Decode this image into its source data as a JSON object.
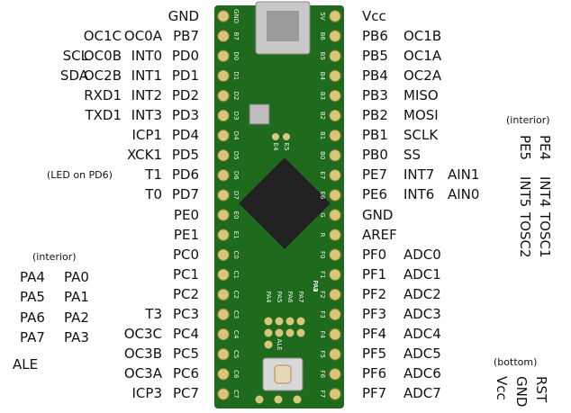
{
  "left_labels": [
    {
      "row": 0,
      "cols": [
        "",
        "",
        "GND"
      ]
    },
    {
      "row": 1,
      "cols": [
        "OC1C",
        "OC0A",
        "PB7"
      ]
    },
    {
      "row": 2,
      "cols": [
        "SCL",
        "OC0B",
        "INT0",
        "PD0"
      ]
    },
    {
      "row": 3,
      "cols": [
        "SDA",
        "OC2B",
        "INT1",
        "PD1"
      ]
    },
    {
      "row": 4,
      "cols": [
        "RXD1",
        "INT2",
        "PD2"
      ]
    },
    {
      "row": 5,
      "cols": [
        "TXD1",
        "INT3",
        "PD3"
      ]
    },
    {
      "row": 6,
      "cols": [
        "ICP1",
        "PD4"
      ]
    },
    {
      "row": 7,
      "cols": [
        "XCK1",
        "PD5"
      ]
    },
    {
      "row": 8,
      "cols": [
        "T1",
        "PD6"
      ]
    },
    {
      "row": 9,
      "cols": [
        "T0",
        "PD7"
      ]
    },
    {
      "row": 10,
      "cols": [
        "PE0"
      ]
    },
    {
      "row": 11,
      "cols": [
        "PE1"
      ]
    },
    {
      "row": 12,
      "cols": [
        "PC0"
      ]
    },
    {
      "row": 13,
      "cols": [
        "PC1"
      ]
    },
    {
      "row": 14,
      "cols": [
        "PC2"
      ]
    },
    {
      "row": 15,
      "cols": [
        "T3",
        "PC3"
      ]
    },
    {
      "row": 16,
      "cols": [
        "OC3C",
        "PC4"
      ]
    },
    {
      "row": 17,
      "cols": [
        "OC3B",
        "PC5"
      ]
    },
    {
      "row": 18,
      "cols": [
        "OC3A",
        "PC6"
      ]
    },
    {
      "row": 19,
      "cols": [
        "ICP3",
        "PC7"
      ]
    }
  ],
  "right_labels": [
    {
      "row": 0,
      "cols": [
        "Vcc"
      ]
    },
    {
      "row": 1,
      "cols": [
        "PB6",
        "OC1B"
      ]
    },
    {
      "row": 2,
      "cols": [
        "PB5",
        "OC1A"
      ]
    },
    {
      "row": 3,
      "cols": [
        "PB4",
        "OC2A"
      ]
    },
    {
      "row": 4,
      "cols": [
        "PB3",
        "MISO"
      ]
    },
    {
      "row": 5,
      "cols": [
        "PB2",
        "MOSI"
      ]
    },
    {
      "row": 6,
      "cols": [
        "PB1",
        "SCLK"
      ]
    },
    {
      "row": 7,
      "cols": [
        "PB0",
        "SS"
      ]
    },
    {
      "row": 8,
      "cols": [
        "PE7",
        "INT7",
        "AIN1"
      ]
    },
    {
      "row": 9,
      "cols": [
        "PE6",
        "INT6",
        "AIN0"
      ]
    },
    {
      "row": 10,
      "cols": [
        "GND"
      ]
    },
    {
      "row": 11,
      "cols": [
        "AREF"
      ]
    },
    {
      "row": 12,
      "cols": [
        "PF0",
        "ADC0"
      ]
    },
    {
      "row": 13,
      "cols": [
        "PF1",
        "ADC1"
      ]
    },
    {
      "row": 14,
      "cols": [
        "PF2",
        "ADC2"
      ]
    },
    {
      "row": 15,
      "cols": [
        "PF3",
        "ADC3"
      ]
    },
    {
      "row": 16,
      "cols": [
        "PF4",
        "ADC4"
      ]
    },
    {
      "row": 17,
      "cols": [
        "PF5",
        "ADC5"
      ]
    },
    {
      "row": 18,
      "cols": [
        "PF6",
        "ADC6"
      ]
    },
    {
      "row": 19,
      "cols": [
        "PF7",
        "ADC7"
      ]
    }
  ],
  "notes": {
    "led": "(LED on PD6)",
    "interior_left": "(interior)",
    "interior_right": "(interior)",
    "bottom": "(bottom)",
    "ale": "ALE"
  },
  "interior_left_grid": [
    [
      "PA4",
      "PA0"
    ],
    [
      "PA5",
      "PA1"
    ],
    [
      "PA6",
      "PA2"
    ],
    [
      "PA7",
      "PA3"
    ]
  ],
  "interior_right_columns": [
    {
      "top": "PE4",
      "bottom": "INT4",
      "extra": "TOSC1"
    },
    {
      "top": "PE5",
      "bottom": "INT5",
      "extra": "TOSC2"
    }
  ],
  "bottom_columns": [
    "RST",
    "GND",
    "Vcc"
  ],
  "board": {
    "left_pin_silk": [
      "GND",
      "B7",
      "D0",
      "D1",
      "D2",
      "D3",
      "D4",
      "D5",
      "D6",
      "D7",
      "E0",
      "E1",
      "C0",
      "C1",
      "C2",
      "C3",
      "C4",
      "C5",
      "C6",
      "C7"
    ],
    "right_pin_silk": [
      "5V",
      "B6",
      "B5",
      "B4",
      "B3",
      "B2",
      "B1",
      "B0",
      "E7",
      "E6",
      "G",
      "R",
      "F0",
      "F1",
      "F2",
      "F3",
      "F4",
      "F5",
      "F6",
      "F7"
    ],
    "inner_silk_top": [
      "PA4",
      "PA5",
      "PA6",
      "PA7"
    ],
    "inner_silk_bottom": [
      "PA0",
      "PA1",
      "PA2",
      "PA3"
    ],
    "inner_silk_ale": "ALE",
    "inner_silk_e45": [
      "E4",
      "E5"
    ],
    "colors": {
      "pcb": "#1f6b1d",
      "pad": "#d9c67a",
      "silk": "#f2f2f2",
      "chip": "#222",
      "usb": "#c8c8c8"
    }
  }
}
